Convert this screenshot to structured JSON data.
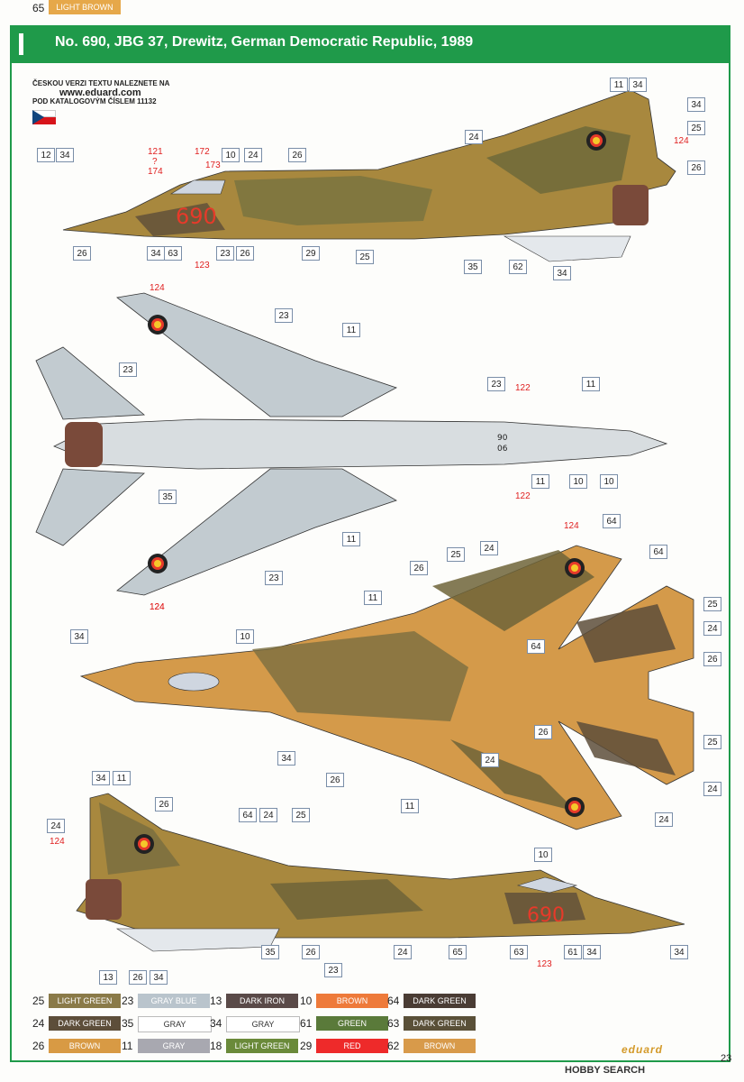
{
  "header": {
    "title": "No. 690, JBG 37, Drewitz, German Democratic Republic, 1989"
  },
  "czech_note": {
    "line1": "ČESKOU VERZI TEXTU NALEZNETE NA",
    "url": "www.eduard.com",
    "line3": "POD KATALOGOVÝM ČÍSLEM 11132"
  },
  "colors": {
    "header_green": "#1f9a4a",
    "callout_red": "#e02020"
  },
  "side_top": {
    "tail_number": "690",
    "callouts": [
      "11",
      "34",
      "34",
      "25",
      "26",
      "12",
      "34",
      "10",
      "24",
      "26",
      "24",
      "26",
      "34",
      "63",
      "23",
      "26",
      "29",
      "25",
      "35",
      "62",
      "34"
    ],
    "red_callouts": [
      "121",
      "?",
      "174",
      "172",
      "173",
      "124",
      "123"
    ]
  },
  "bottom_view": {
    "serial_top": "90",
    "serial_bottom": "06",
    "callouts": [
      "23",
      "11",
      "23",
      "23",
      "11",
      "11",
      "10",
      "10",
      "35",
      "11",
      "23"
    ],
    "red_callouts": [
      "124",
      "122",
      "122",
      "124"
    ]
  },
  "top_view": {
    "callouts": [
      "64",
      "24",
      "26",
      "25",
      "11",
      "64",
      "25",
      "24",
      "34",
      "10",
      "64",
      "26",
      "26",
      "25",
      "24",
      "24",
      "34",
      "11",
      "26",
      "24"
    ],
    "red_callouts": [
      "124",
      "124"
    ]
  },
  "side_bottom": {
    "tail_number": "690",
    "callouts": [
      "34",
      "11",
      "26",
      "24",
      "64",
      "24",
      "25",
      "10",
      "35",
      "26",
      "24",
      "65",
      "63",
      "61",
      "34",
      "34",
      "13",
      "26",
      "34",
      "23"
    ],
    "red_callouts": [
      "124",
      "123"
    ]
  },
  "legend": [
    {
      "num": "25",
      "label": "LIGHT GREEN",
      "color": "#8a7a48",
      "text": "#fff"
    },
    {
      "num": "23",
      "label": "GRAY BLUE",
      "color": "#b9c4cc",
      "text": "#fff"
    },
    {
      "num": "13",
      "label": "DARK IRON",
      "color": "#5a4a48",
      "text": "#fff"
    },
    {
      "num": "10",
      "label": "BROWN",
      "color": "#ee7a3a",
      "text": "#fff"
    },
    {
      "num": "64",
      "label": "DARK GREEN",
      "color": "#4a3c34",
      "text": "#fff"
    },
    {
      "num": "24",
      "label": "DARK GREEN",
      "color": "#5d4e3a",
      "text": "#fff"
    },
    {
      "num": "35",
      "label": "GRAY",
      "color": "#ffffff",
      "text": "#333"
    },
    {
      "num": "34",
      "label": "GRAY",
      "color": "#ffffff",
      "text": "#333"
    },
    {
      "num": "61",
      "label": "GREEN",
      "color": "#5a7a3a",
      "text": "#fff"
    },
    {
      "num": "63",
      "label": "DARK GREEN",
      "color": "#5a5038",
      "text": "#fff"
    },
    {
      "num": "26",
      "label": "BROWN",
      "color": "#d89a44",
      "text": "#fff"
    },
    {
      "num": "11",
      "label": "GRAY",
      "color": "#a8a8b0",
      "text": "#fff"
    },
    {
      "num": "18",
      "label": "LIGHT GREEN",
      "color": "#6a8a3a",
      "text": "#fff"
    },
    {
      "num": "29",
      "label": "RED",
      "color": "#ee2a2a",
      "text": "#fff"
    },
    {
      "num": "62",
      "label": "BROWN",
      "color": "#d89a4a",
      "text": "#fff"
    },
    {
      "num": "65",
      "label": "LIGHT BROWN",
      "color": "#e6a84a",
      "text": "#fff"
    }
  ],
  "footer": {
    "logo": "eduard",
    "page": "23",
    "watermark": "HOBBY SEARCH"
  }
}
